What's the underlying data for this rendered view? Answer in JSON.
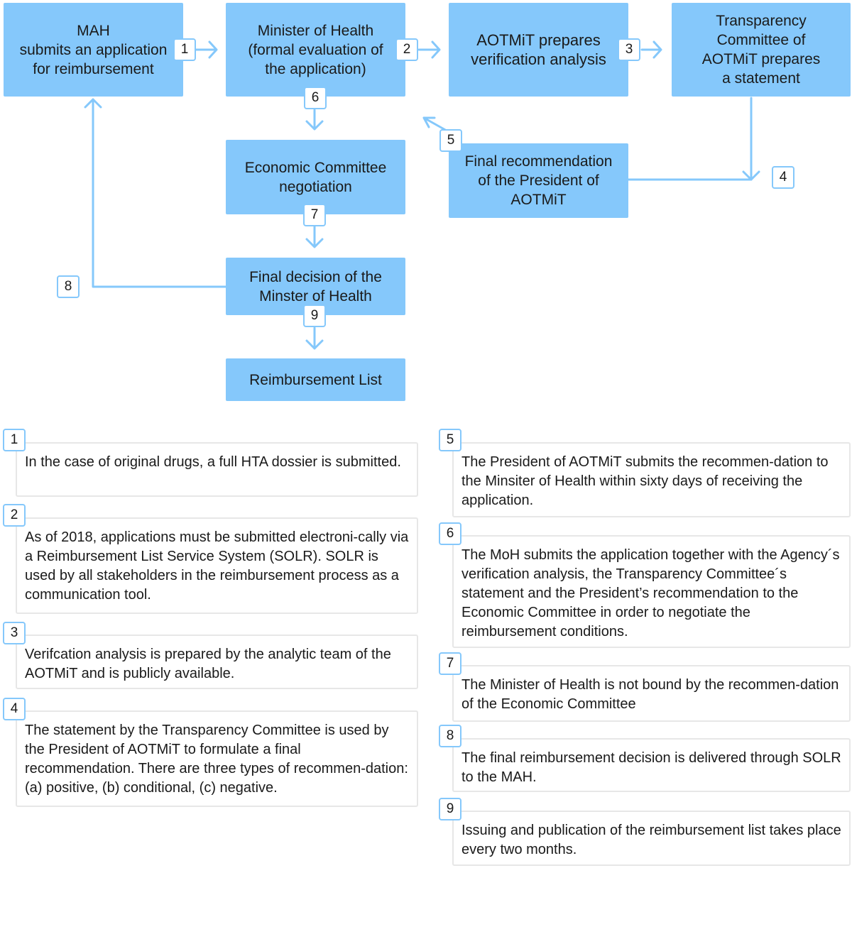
{
  "flow": {
    "boxes": {
      "mah": "MAH\nsubmits an application\nfor reimbursement",
      "minister": "Minister of Health\n(formal evaluation of\nthe application)",
      "aotmit": "AOTMiT prepares\nverification analysis",
      "transparency": "Transparency\nCommittee of\nAOTMiT prepares\na statement",
      "final_recommendation": "Final recommendation\nof the President of\nAOTMiT",
      "economic": "Economic Committee\nnegotiation",
      "final_decision": "Final decision of the\nMinster of Health",
      "reimbursement_list": "Reimbursement List"
    },
    "steps": [
      "1",
      "2",
      "3",
      "4",
      "5",
      "6",
      "7",
      "8",
      "9"
    ],
    "accent_color": "#85c8fb"
  },
  "notes": [
    {
      "num": "1",
      "text": "In the case of original drugs, a full HTA dossier is submitted."
    },
    {
      "num": "2",
      "text": "As of 2018, applications must be submitted electroni-cally via a Reimbursement List Service System (SOLR). SOLR is used by all stakeholders in the reimbursement process as a communication tool."
    },
    {
      "num": "3",
      "text": "Verifcation analysis is prepared by the analytic team of the AOTMiT and is publicly available."
    },
    {
      "num": "4",
      "text": "The statement by the Transparency Committee is used by the President of AOTMiT to formulate a final recommendation. There are three types of recommen-dation: (a) positive, (b) conditional, (c) negative."
    },
    {
      "num": "5",
      "text": "The President of AOTMiT submits the recommen-dation to the Minsiter of Health within sixty days of receiving the application."
    },
    {
      "num": "6",
      "text": "The MoH submits the application together with the Agency´s verification analysis, the Transparency Committee´s statement and the  President’s recommendation to the Economic Committee in order to negotiate the reimbursement conditions."
    },
    {
      "num": "7",
      "text": "The Minister of Health is not bound by the recommen-dation of the Economic Committee"
    },
    {
      "num": "8",
      "text": "The final reimbursement decision is delivered through SOLR to the MAH."
    },
    {
      "num": "9",
      "text": "Issuing and publication of the reimbursement list takes place every two months."
    }
  ]
}
